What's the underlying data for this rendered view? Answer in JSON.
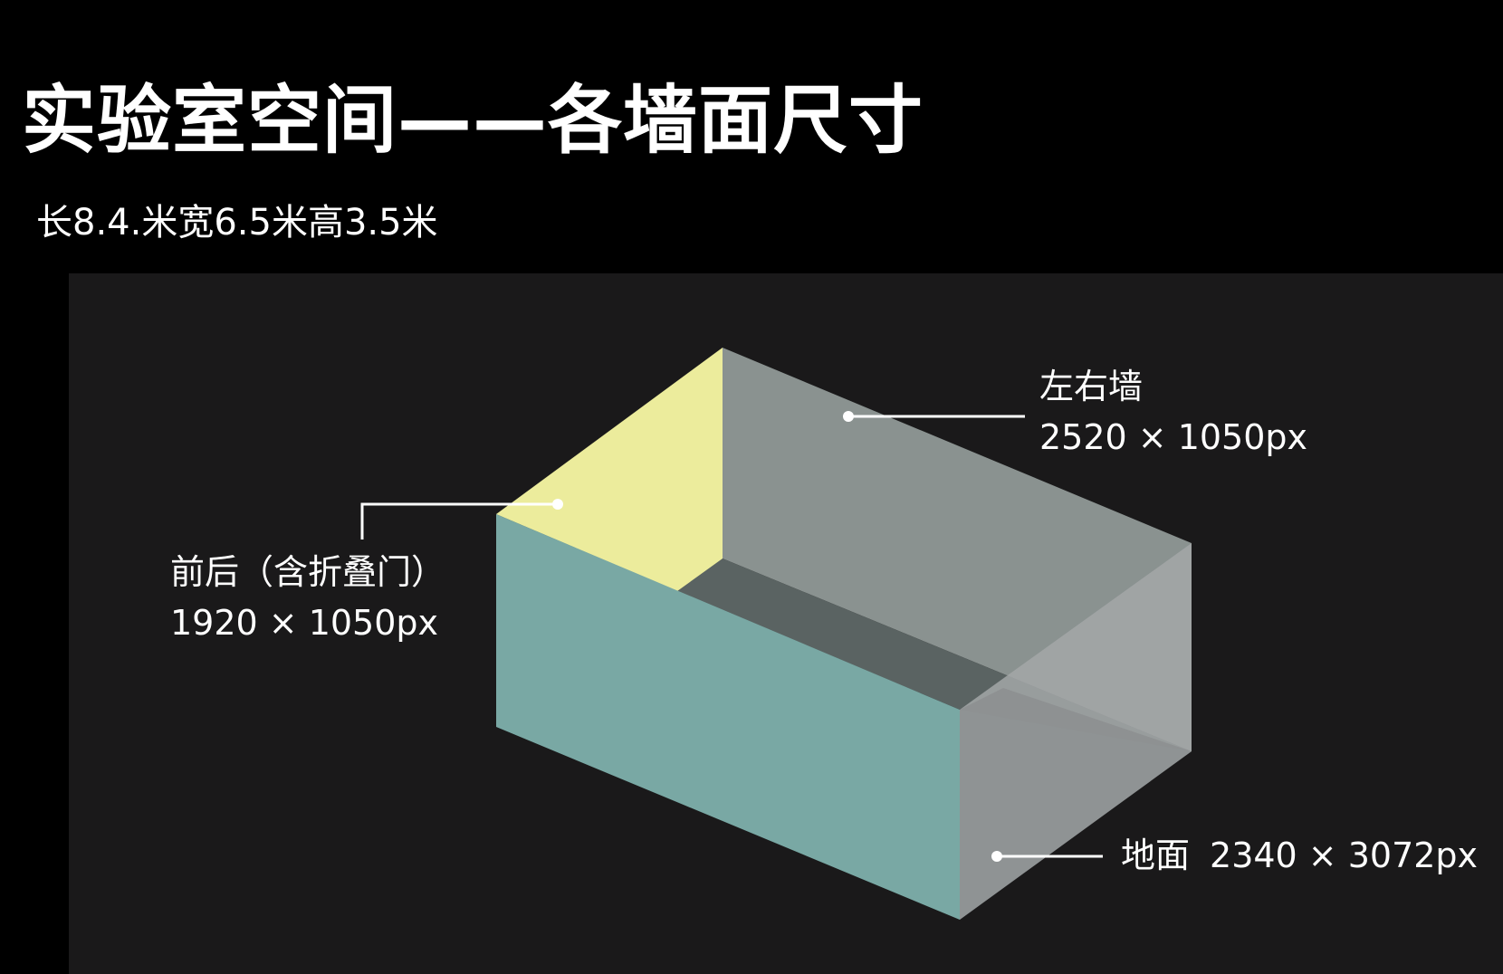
{
  "page": {
    "title": "实验室空间——各墙面尺寸",
    "subtitle": "长8.4.米宽6.5米高3.5米"
  },
  "colors": {
    "background": "#000000",
    "panel": "#1a191a",
    "front_back_wall": "#ecec9c",
    "left_right_wall": "#8a9290",
    "floor": "#5a6362",
    "front_face": "#79a8a4",
    "side_face_light": "#a3a7a8",
    "leader_line": "#ffffff"
  },
  "labels": {
    "side_walls": {
      "name": "左右墙",
      "size": "2520 × 1050px"
    },
    "front_back_walls": {
      "name": "前后（含折叠门）",
      "size": "1920 × 1050px"
    },
    "floor": {
      "name": "地面",
      "size": "2340 × 3072px"
    }
  }
}
